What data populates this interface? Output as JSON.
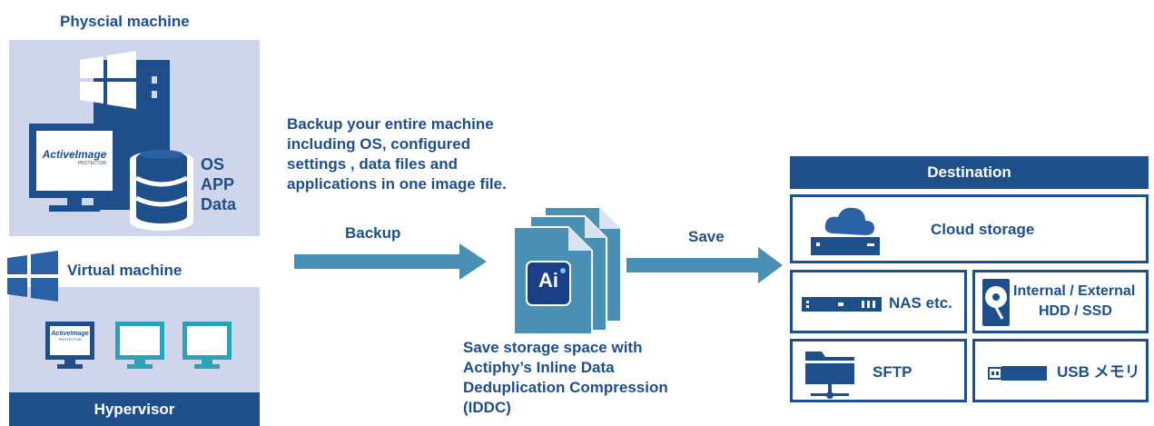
{
  "physical": {
    "title": "Physcial machine",
    "logo": "ActiveImage",
    "logo_sub": "PROTECTOR",
    "layers": [
      "OS",
      "APP",
      "Data"
    ],
    "icons": [
      "windows-logo-icon",
      "server-tower-icon",
      "monitor-icon",
      "database-icon"
    ]
  },
  "virtual": {
    "title": "Virtual machine",
    "logo": "ActiveImage",
    "logo_sub": "PROTECTOR",
    "hypervisor": "Hypervisor"
  },
  "description": {
    "lines": [
      "Backup your entire machine",
      "including OS, configured",
      "settings , data files and",
      "applications in one image file."
    ]
  },
  "backup_label": "Backup",
  "save_label": "Save",
  "image_file": {
    "badge": "Ai",
    "caption_lines": [
      "Save storage space with",
      "Actiphy’s Inline Data",
      "Deduplication Compression",
      "(IDDC)"
    ]
  },
  "destination": {
    "title": "Destination",
    "cloud": "Cloud storage",
    "nas": "NAS etc.",
    "internal_line1": "Internal / External",
    "internal_line2": "HDD / SSD",
    "sftp": "SFTP",
    "usb": "USB メモリ"
  },
  "colors": {
    "dark_blue": "#1f4f8b",
    "panel": "#cfd5ea",
    "arrow": "#4a8fb4",
    "teal": "#2aa3b8"
  }
}
